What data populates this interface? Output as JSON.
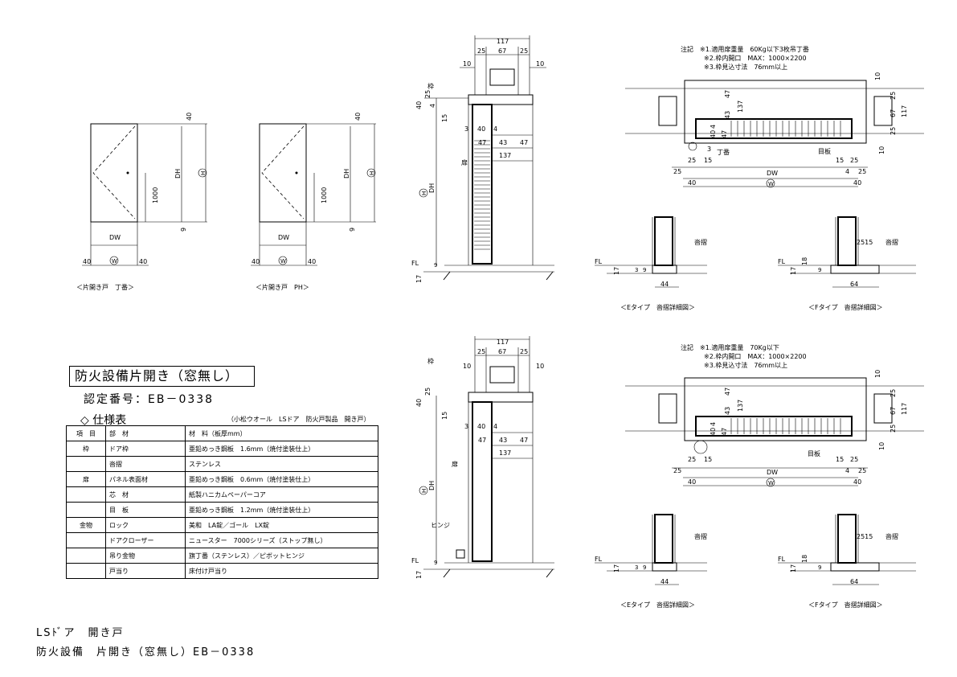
{
  "title": "防火設備片開き（窓無し）",
  "cert": "認定番号：EB－0338",
  "spec_heading": "◇ 仕様表",
  "spec_note": "（小松ウオール　LSドア　防火戸製品　開き戸）",
  "spec_table": {
    "header": [
      "項　目",
      "部　材",
      "材　料（板厚mm）"
    ],
    "rows": [
      [
        "枠",
        "ドア枠",
        "亜鉛めっき鋼板　1.6mm（焼付塗装仕上）"
      ],
      [
        "",
        "沓摺",
        "ステンレス"
      ],
      [
        "扉",
        "パネル表面材",
        "亜鉛めっき鋼板　0.6mm（焼付塗装仕上）"
      ],
      [
        "",
        "芯　材",
        "紙製ハニカムペーパーコア"
      ],
      [
        "",
        "目　板",
        "亜鉛めっき鋼板　1.2mm（焼付塗装仕上）"
      ],
      [
        "金物",
        "ロック",
        "美和　LA錠／ゴール　LX錠"
      ],
      [
        "",
        "ドアクローザー",
        "ニュースター　7000シリーズ（ストップ無し）"
      ],
      [
        "",
        "吊り金物",
        "旗丁番（ステンレス）／ピボットヒンジ"
      ],
      [
        "",
        "戸当り",
        "床付け戸当り"
      ]
    ]
  },
  "footer_line1": "LSﾄﾞア　開き戸",
  "footer_line2": "防火設備　片開き（窓無し）EB－0338",
  "elevations": {
    "left_caption": "＜片開き戸　丁番＞",
    "right_caption": "＜片開き戸　PH＞",
    "dw": "DW",
    "w": "W",
    "dh": "DH",
    "h": "H",
    "d40": "40",
    "d1000": "1000",
    "d9": "9"
  },
  "section": {
    "d117": "117",
    "d25": "25",
    "d67": "67",
    "d10": "10",
    "d40": "40",
    "d4": "4",
    "d15": "15",
    "d3": "3",
    "d47": "47",
    "d43": "43",
    "d137": "137",
    "d17": "17",
    "d9": "9",
    "fl": "FL",
    "dh": "DH",
    "h": "H",
    "frame": "枠",
    "door": "扉",
    "hinge": "ヒンジ"
  },
  "plan_top": {
    "notes": [
      "注記　※1.適用扉重量　60Kg以下3枚吊丁番",
      "※2.枠内開口　MAX：1000×2200",
      "※3.枠見込寸法　76mm以上"
    ],
    "hinge_label": "丁番",
    "meita_label": "目板"
  },
  "plan_bottom": {
    "notes": [
      "注記　※1.適用扉重量　70Kg以下",
      "※2.枠内開口　MAX：1000×2200",
      "※3.枠見込寸法　76mm以上"
    ],
    "meita_label": "目板"
  },
  "plan_dims": {
    "d10": "10",
    "d25": "25",
    "d67": "67",
    "d117": "117",
    "d47": "47",
    "d43": "43",
    "d137": "137",
    "d4": "4",
    "d40": "40",
    "d3": "3",
    "d15": "15",
    "dw": "DW",
    "w": "W"
  },
  "sill": {
    "e_caption": "＜Eタイプ　沓摺詳細図＞",
    "f_caption": "＜Fタイプ　沓摺詳細図＞",
    "fl": "FL",
    "d17": "17",
    "d3": "3",
    "d9": "9",
    "d44": "44",
    "d64": "64",
    "d18": "18",
    "d2515": "2515",
    "kutsuzuri": "沓摺"
  }
}
